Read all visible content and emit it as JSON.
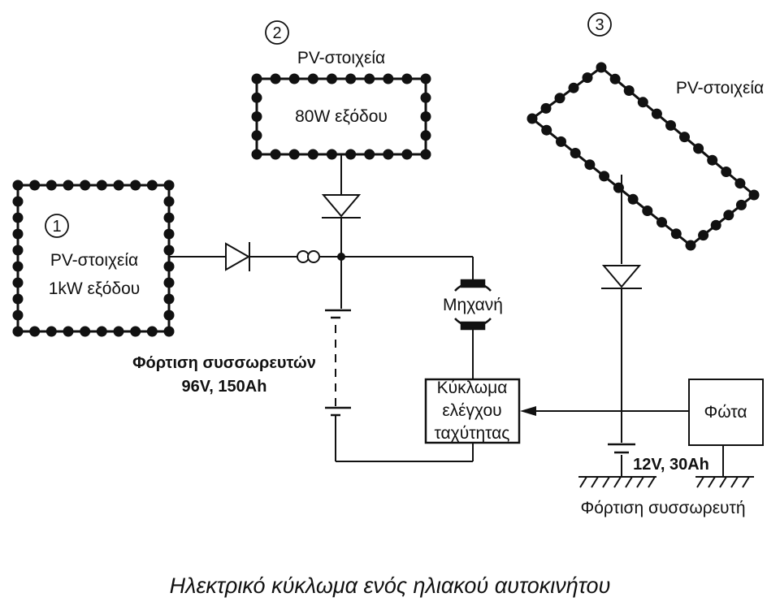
{
  "panel1": {
    "number": "1",
    "title": "PV-στοιχεία",
    "output": "1kW εξόδου"
  },
  "panel2": {
    "number": "2",
    "title": "PV-στοιχεία",
    "output": "80W εξόδου"
  },
  "panel3": {
    "number": "3",
    "title": "PV-στοιχεία"
  },
  "motor": {
    "label": "Μηχανή"
  },
  "controller": {
    "lines": [
      "Κύκλωμα",
      "ελέγχου",
      "ταχύτητας"
    ]
  },
  "battery_main": {
    "title": "Φόρτιση συσσωρευτών",
    "rating": "96V, 150Ah"
  },
  "lights": {
    "label": "Φώτα"
  },
  "battery_small": {
    "rating": "12V, 30Ah",
    "title": "Φόρτιση συσσωρευτή"
  },
  "caption": "Ηλεκτρικό κύκλωμα ενός ηλιακού αυτοκινήτου",
  "colors": {
    "ink": "#111111",
    "background": "#ffffff"
  }
}
